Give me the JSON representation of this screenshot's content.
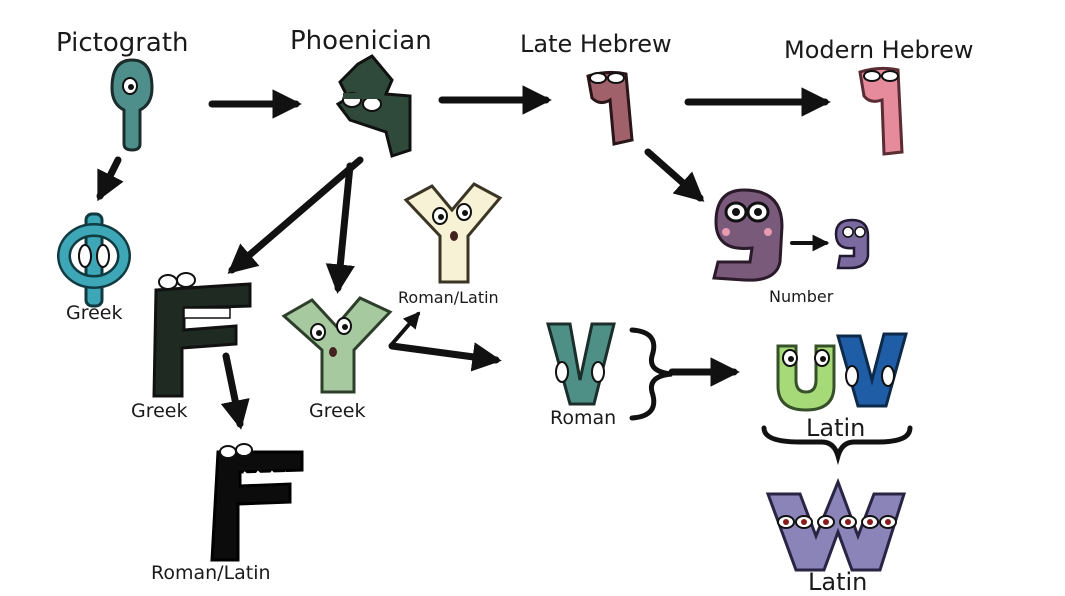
{
  "labels": {
    "pictograph": "Pictograth",
    "phoenician": "Phoenician",
    "late_hebrew": "Late Hebrew",
    "modern_hebrew": "Modern Hebrew",
    "greek_phi": "Greek",
    "greek_f": "Greek",
    "greek_y": "Greek",
    "roman_latin_y": "Roman/Latin",
    "roman_latin_f": "Roman/Latin",
    "number": "Number",
    "roman_v": "Roman",
    "latin_uv": "Latin",
    "latin_w": "Latin"
  },
  "characters": [
    {
      "name": "pictograph-character",
      "color": "#4e8f8b"
    },
    {
      "name": "phoenician-character",
      "color": "#2f4a3b"
    },
    {
      "name": "late-hebrew-character",
      "color": "#a0616b"
    },
    {
      "name": "modern-hebrew-character",
      "color": "#e58b9b"
    },
    {
      "name": "greek-phi-character",
      "color": "#3ea7b7"
    },
    {
      "name": "greek-f-character",
      "color": "#1e2a22"
    },
    {
      "name": "greek-y-character",
      "color": "#a7c9a0"
    },
    {
      "name": "roman-latin-y-character",
      "color": "#f7f1d6"
    },
    {
      "name": "roman-latin-f-character",
      "color": "#0c0c0c"
    },
    {
      "name": "number-nine-character",
      "color": "#7a5a7a"
    },
    {
      "name": "small-nine-character",
      "color": "#7a6aa0"
    },
    {
      "name": "roman-v-character",
      "color": "#4e8f86"
    },
    {
      "name": "latin-u-character",
      "color": "#a6d978"
    },
    {
      "name": "latin-v-character",
      "color": "#1f5ea6"
    },
    {
      "name": "latin-w-character",
      "color": "#8a84b8"
    }
  ]
}
